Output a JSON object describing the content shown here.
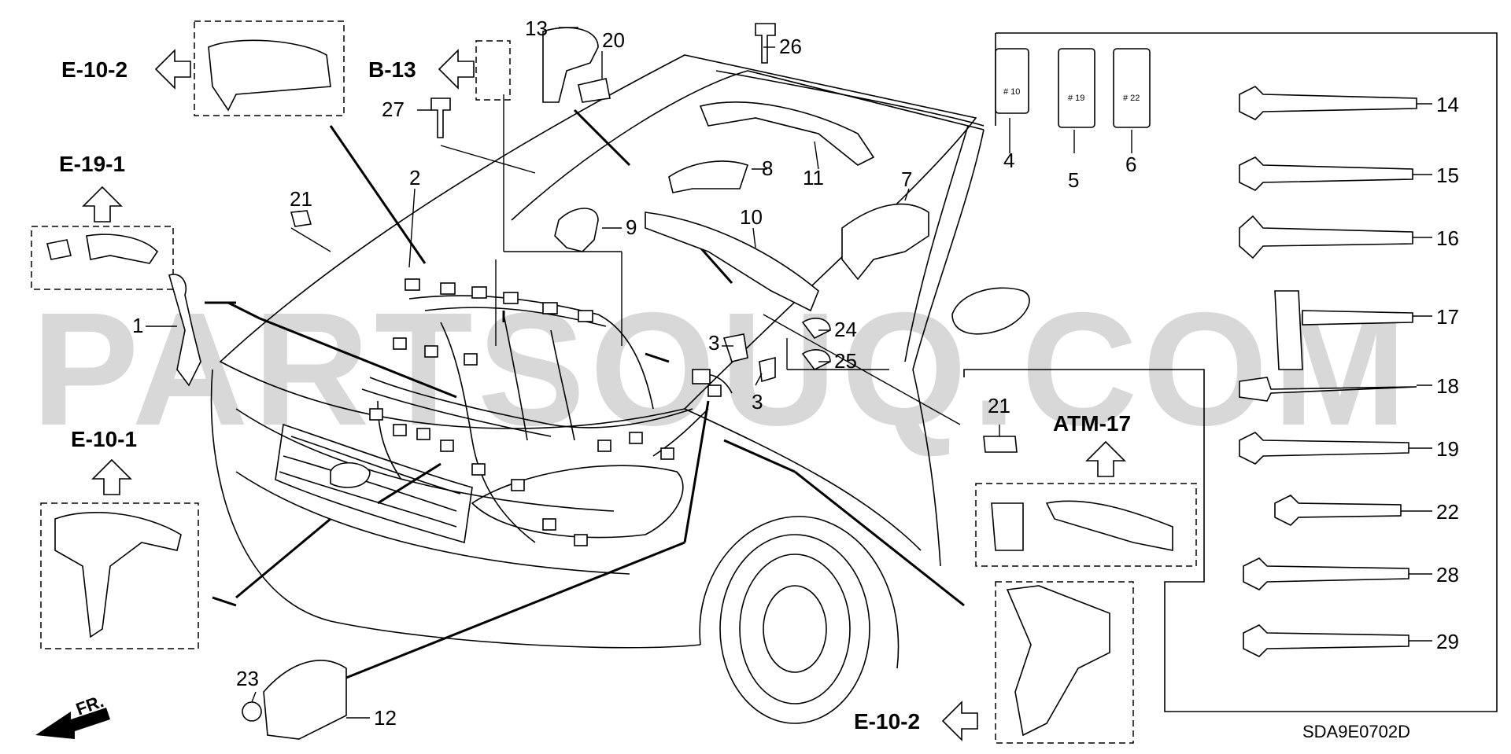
{
  "watermark": "PARTSOUQ.COM",
  "diagram_code": "SDA9E0702D",
  "direction_label": "FR.",
  "references": {
    "e10_2_top": "E-10-2",
    "b13": "B-13",
    "e19_1": "E-19-1",
    "e10_1": "E-10-1",
    "atm17": "ATM-17",
    "e10_2_bottom": "E-10-2"
  },
  "callouts": {
    "c1": "1",
    "c2": "2",
    "c3a": "3",
    "c3b": "3",
    "c4": "4",
    "c5": "5",
    "c6": "6",
    "c7": "7",
    "c8": "8",
    "c9": "9",
    "c10": "10",
    "c11": "11",
    "c12": "12",
    "c13": "13",
    "c14": "14",
    "c15": "15",
    "c16": "16",
    "c17": "17",
    "c18": "18",
    "c19": "19",
    "c20": "20",
    "c21a": "21",
    "c21b": "21",
    "c22": "22",
    "c23": "23",
    "c24": "24",
    "c25": "25",
    "c26": "26",
    "c27": "27",
    "c28": "28",
    "c29": "29"
  },
  "clip_marks": {
    "m4": "# 10",
    "m5": "# 19",
    "m6": "# 22"
  }
}
